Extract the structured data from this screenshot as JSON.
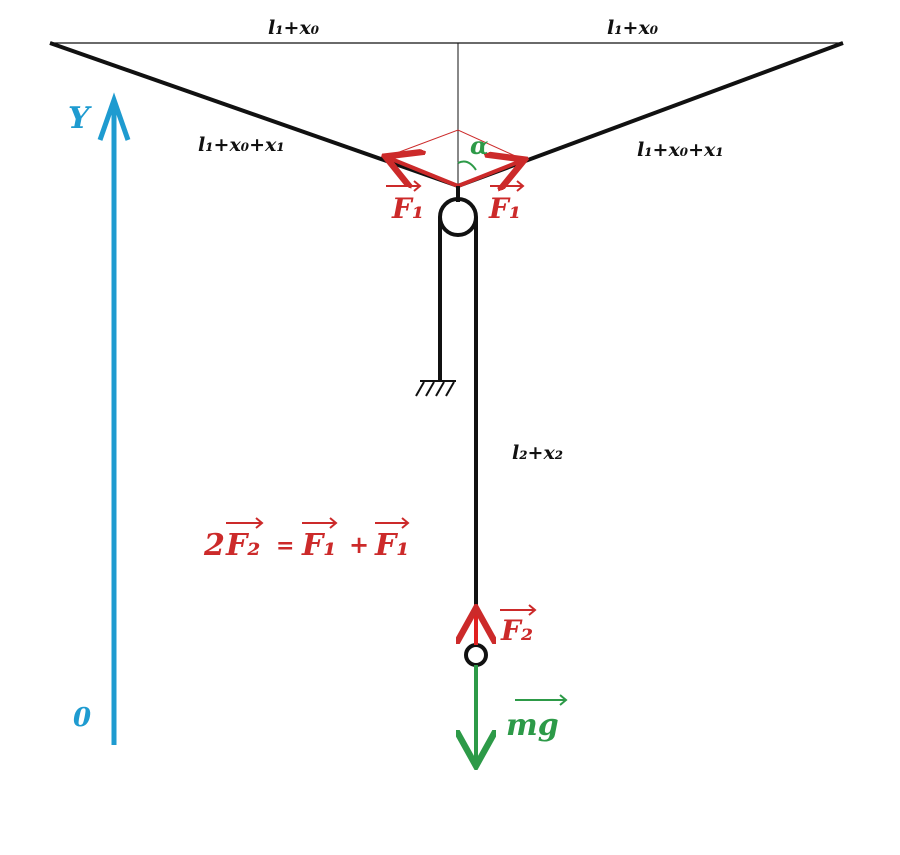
{
  "labels": {
    "top_left": "l₁+x₀",
    "top_right": "l₁+x₀",
    "rope_left": "l₁+x₀+x₁",
    "rope_right": "l₁+x₀+x₁",
    "vertical_rope": "l₂+x₂",
    "angle": "α",
    "f1_left": "F₁",
    "f1_right": "F₁",
    "f2_arrow": "F₂",
    "mg": "mg",
    "axis_y": "Y",
    "axis_origin": "0"
  },
  "equation": {
    "coef": "2",
    "lhs": "F₂",
    "eq": "=",
    "t1": "F₁",
    "plus": "+",
    "t2": "F₁"
  },
  "colors": {
    "ink": "#111111",
    "force": "#cc2a2a",
    "axis": "#1e9bd0",
    "gravity": "#2d9a48"
  }
}
